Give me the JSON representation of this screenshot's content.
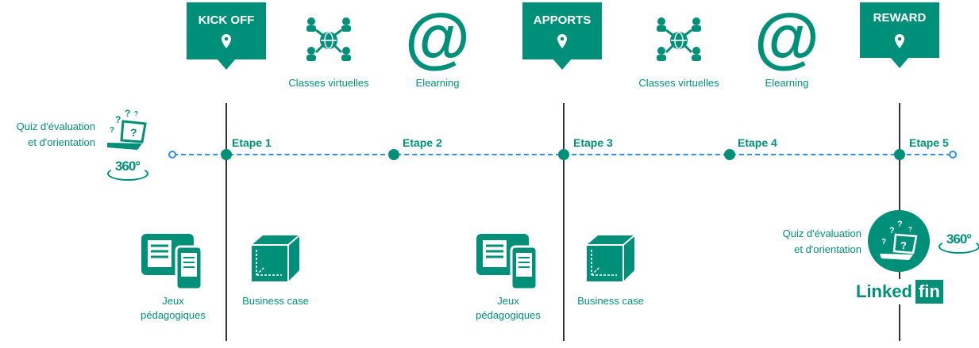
{
  "markers": [
    "KICK OFF",
    "APPORTS",
    "REWARD"
  ],
  "steps": [
    "Etape 1",
    "Etape 2",
    "Etape 3",
    "Etape 4",
    "Etape 5"
  ],
  "top_labels": {
    "classes": "Classes virtuelles",
    "elearning": "Elearning"
  },
  "bottom_labels": {
    "jeux": "Jeux pédagogiques",
    "business": "Business case"
  },
  "quiz": {
    "line1": "Quiz d'évaluation",
    "line2": "et d'orientation",
    "badge": "360°"
  },
  "linkedfin": {
    "part1": "Linked",
    "part2": "fin"
  },
  "colors": {
    "teal": "#00907a",
    "timeline": "#2f8ee6"
  }
}
